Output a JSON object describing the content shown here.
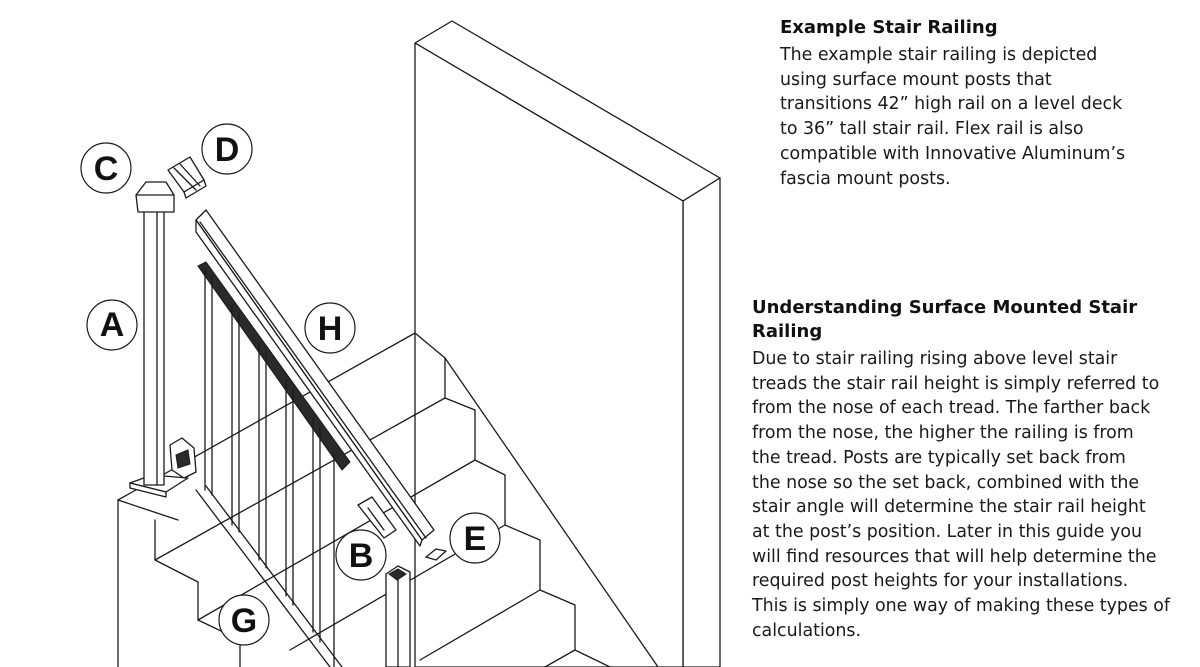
{
  "sections": [
    {
      "heading": "Example Stair Railing",
      "body": "The example stair railing is depicted\nusing surface mount posts that\ntransitions 42” high rail on a level deck\nto 36” tall stair rail. Flex rail is also\ncompatible with Innovative Aluminum’s\nfascia mount posts."
    },
    {
      "heading": "Understanding Surface Mounted Stair Railing",
      "body": "Due to stair railing rising above level stair\ntreads the stair rail height is simply referred to\nfrom the nose of each tread. The farther back\nfrom the nose, the higher the railing is from\nthe tread. Posts are typically set back from\nthe nose so the set back, combined with the\nstair angle will determine the stair rail height\nat the post’s position. Later in this guide you\nwill find resources that will help determine the\nrequired post heights for your installations.\nThis is simply one way of making these types of\ncalculations."
    }
  ],
  "callouts": {
    "a": "A",
    "b": "B",
    "c": "C",
    "d": "D",
    "e": "E",
    "g": "G",
    "h": "H"
  }
}
